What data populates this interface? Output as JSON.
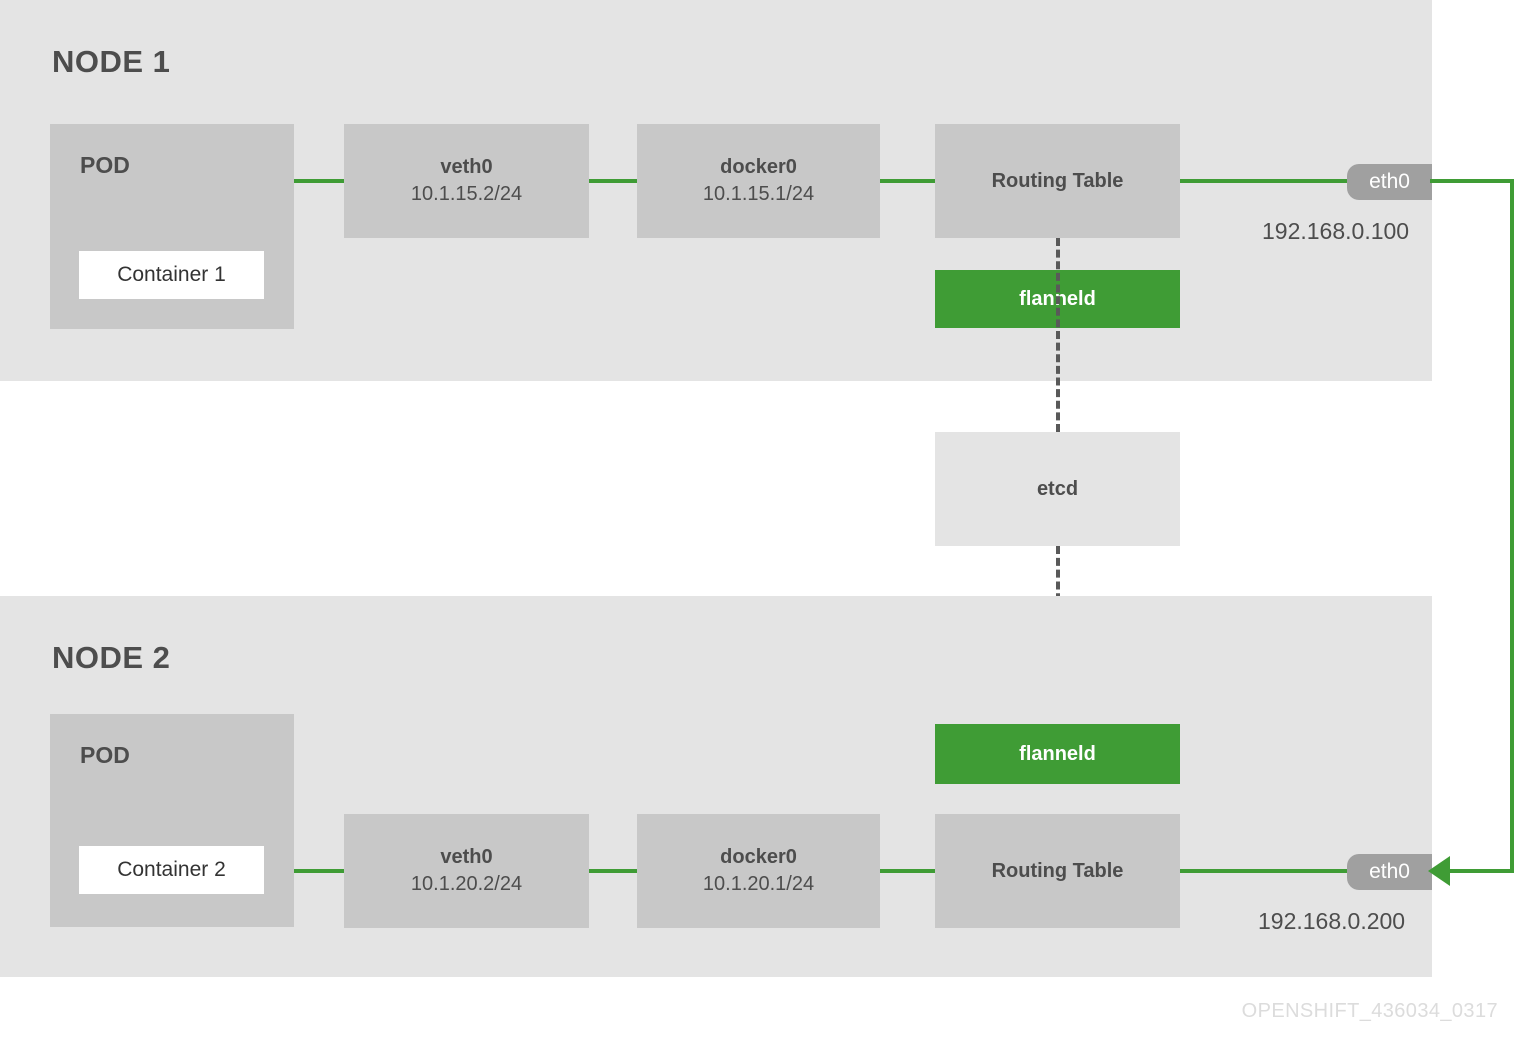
{
  "diagram": {
    "watermark": "OPENSHIFT_436034_0317",
    "colors": {
      "panel_bg": "#e4e4e4",
      "box_gray": "#c8c8c8",
      "accent_green": "#3f9c35",
      "pill_gray": "#a0a0a0",
      "text_gray": "#4d4d4d",
      "dashed_line": "#595959",
      "container_bg": "#ffffff"
    }
  },
  "node1": {
    "title": "NODE 1",
    "pod": {
      "label": "POD",
      "container": "Container 1"
    },
    "veth": {
      "name": "veth0",
      "ip": "10.1.15.2/24"
    },
    "docker": {
      "name": "docker0",
      "ip": "10.1.15.1/24"
    },
    "routing_table": {
      "label": "Routing Table"
    },
    "flanneld": {
      "label": "flanneld"
    },
    "eth": {
      "name": "eth0",
      "ip": "192.168.0.100"
    }
  },
  "node2": {
    "title": "NODE 2",
    "pod": {
      "label": "POD",
      "container": "Container 2"
    },
    "veth": {
      "name": "veth0",
      "ip": "10.1.20.2/24"
    },
    "docker": {
      "name": "docker0",
      "ip": "10.1.20.1/24"
    },
    "routing_table": {
      "label": "Routing Table"
    },
    "flanneld": {
      "label": "flanneld"
    },
    "eth": {
      "name": "eth0",
      "ip": "192.168.0.200"
    }
  },
  "shared": {
    "etcd": {
      "label": "etcd"
    }
  }
}
